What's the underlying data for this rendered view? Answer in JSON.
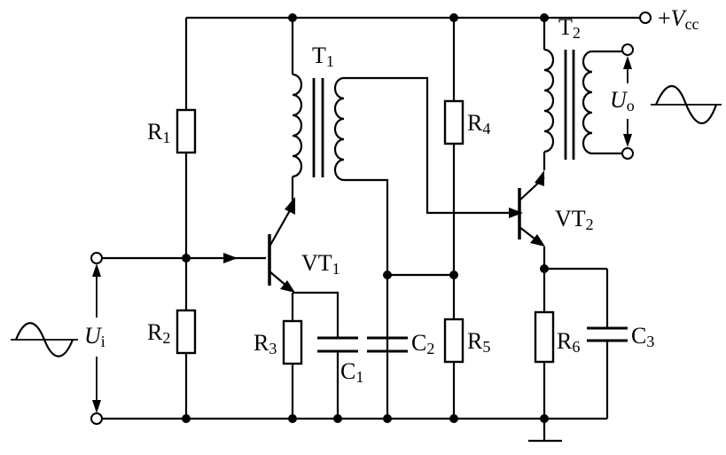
{
  "labels": {
    "vcc": {
      "prefix": "+",
      "var": "V",
      "sub": "cc"
    },
    "t1": {
      "main": "T",
      "sub": "1"
    },
    "t2": {
      "main": "T",
      "sub": "2"
    },
    "r1": {
      "main": "R",
      "sub": "1"
    },
    "r2": {
      "main": "R",
      "sub": "2"
    },
    "r3": {
      "main": "R",
      "sub": "3"
    },
    "r4": {
      "main": "R",
      "sub": "4"
    },
    "r5": {
      "main": "R",
      "sub": "5"
    },
    "r6": {
      "main": "R",
      "sub": "6"
    },
    "c1": {
      "main": "C",
      "sub": "1"
    },
    "c2": {
      "main": "C",
      "sub": "2"
    },
    "c3": {
      "main": "C",
      "sub": "3"
    },
    "vt1": {
      "main": "VT",
      "sub": "1"
    },
    "vt2": {
      "main": "VT",
      "sub": "2"
    },
    "ui": {
      "var": "U",
      "sub": "i"
    },
    "uo": {
      "var": "U",
      "sub": "o"
    }
  }
}
